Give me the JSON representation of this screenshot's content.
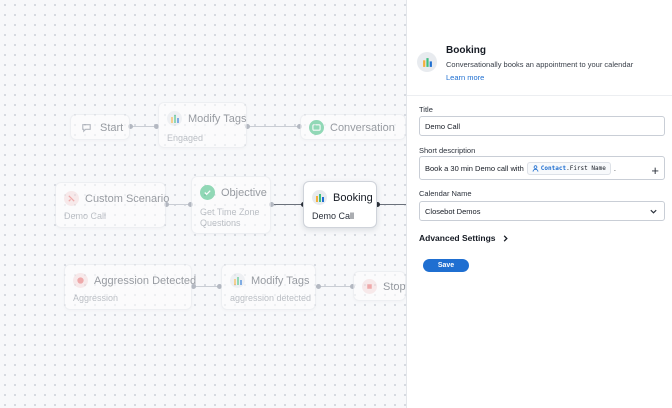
{
  "flow": {
    "nodes": {
      "start": {
        "title": "Start"
      },
      "modify_tags_1": {
        "title": "Modify Tags",
        "subtitle": "Engaged"
      },
      "conversation": {
        "title": "Conversation"
      },
      "custom_scenario": {
        "title": "Custom Scenario",
        "subtitle": "Demo Call"
      },
      "objective": {
        "title": "Objective",
        "subtitle_line1": "Get Time Zone",
        "subtitle_line2": "Questions"
      },
      "booking": {
        "title": "Booking",
        "subtitle": "Demo Call"
      },
      "aggression": {
        "title": "Aggression Detected",
        "subtitle": "Aggression"
      },
      "modify_tags_2": {
        "title": "Modify Tags",
        "subtitle": "aggression detected"
      },
      "stop": {
        "title": "Stop"
      }
    }
  },
  "panel": {
    "header": {
      "title": "Booking",
      "description": "Conversationally books an appointment to your calendar",
      "learn_more": "Learn more"
    },
    "title_label": "Title",
    "title_value": "Demo Call",
    "short_desc_label": "Short description",
    "short_desc_prefix": "Book a 30 min Demo call with",
    "chip_object": "Contact",
    "chip_field": ".First Name",
    "short_desc_suffix": ".",
    "plus": "+",
    "calendar_label": "Calendar Name",
    "calendar_value": "Closebot Demos",
    "advanced_settings": "Advanced Settings",
    "save": "Save"
  },
  "colors": {
    "accent": "#1f6fd1",
    "tags_icon": "#f2ae3a",
    "conversation_icon": "#3fbf7f",
    "scenario_icon": "#e86a6a",
    "objective_icon": "#3fbf7f",
    "aggression_icon": "#e86a6a"
  }
}
